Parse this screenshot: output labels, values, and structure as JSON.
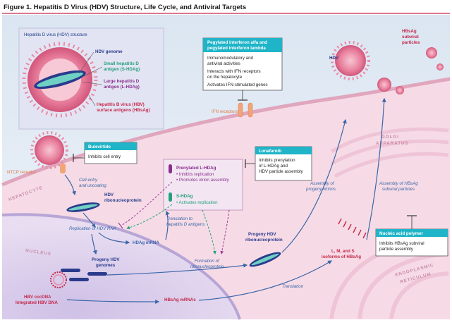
{
  "figure_title": "Figure 1. Hepatitis D Virus (HDV) Structure, Life Cycle, and Antiviral Targets",
  "colors": {
    "accent_cyan": "#1fb4c8",
    "hdv_purple": "#6a3d9a",
    "shdag_green": "#23a17b",
    "lhdag_purple": "#8a2f8e",
    "hbsag_red": "#c4284a",
    "cell_pink": "#f6dbe6"
  },
  "inset": {
    "title": "Hepatitis D virus (HDV) structure",
    "hdv_genome": "HDV genome",
    "s_hdag_1": "Small hepatitis D",
    "s_hdag_2": "antigen (S-HDAg)",
    "l_hdag_1": "Large hepatitis D",
    "l_hdag_2": "antigen (L-HDAg)",
    "hbsag_1": "Hepatitis B virus (HBV)",
    "hbsag_2": "surface antigens (HBsAg)"
  },
  "interferon_box": {
    "title_1": "Pegylated interferon alfa and",
    "title_2": "pegylated interferon lambda",
    "line_1": "Immunomodulatory and",
    "line_2": "antiviral activities",
    "line_3": "Interacts with IFN receptors",
    "line_4": "on the hepatocyte",
    "line_5": "Activates IFN-stimulated genes"
  },
  "bulevirtide_box": {
    "title": "Bulevirtide",
    "line_1": "Inhibits cell entry"
  },
  "lonafarnib_box": {
    "title": "Lonafarnib",
    "line_1": "Inhibits prenylation",
    "line_2": "of L-HDAg and",
    "line_3": "HDV particle assembly"
  },
  "nap_box": {
    "title": "Nucleic acid polymer",
    "line_1": "Inhibits HBsAg subviral",
    "line_2": "particle assembly"
  },
  "antigen_box": {
    "prenylated_title": "Prenylated L-HDAg",
    "prenylated_1": "• Inhibits replication",
    "prenylated_2": "• Promotes virion assembly",
    "shdag_title": "S-HDAg",
    "shdag_1": "• Activates replication"
  },
  "labels": {
    "hdv_top": "HDV",
    "hbsag_particles_1": "HBsAg",
    "hbsag_particles_2": "subviral",
    "hbsag_particles_3": "particles",
    "ifn_receptors": "IFN receptors",
    "ntcp_receptor": "NTCP receptor",
    "golgi_1": "GOLGI",
    "golgi_2": "APPARATUS",
    "hepatocyte": "HEPATOCYTE",
    "nucleus": "NUCLEUS",
    "er_1": "ENDOPLASMIC",
    "er_2": "RETICULUM",
    "cell_entry_1": "Cell entry",
    "cell_entry_2": "and uncoating",
    "hdv_rnp_1": "HDV",
    "hdv_rnp_2": "ribonucleoprotein",
    "replication": "Replication of HDV RNA",
    "hdag_mrna": "HDAg mRNA",
    "translation_1": "Translation to",
    "translation_2": "hepatitis D antigens",
    "progeny_genomes_1": "Progeny HDV",
    "progeny_genomes_2": "genomes",
    "formation_1": "Formation of",
    "formation_2": "ribonucleoprotein",
    "progeny_rnp_1": "Progeny HDV",
    "progeny_rnp_2": "ribonucleoprotein",
    "assembly_virions_1": "Assembly of",
    "assembly_virions_2": "progeny virions",
    "assembly_hbsag_1": "Assembly of HBsAg",
    "assembly_hbsag_2": "subviral particles",
    "lms_1": "L, M, and S",
    "lms_2": "isoforms of HBsAg",
    "translation_lower": "Translation",
    "hbv_cccdna": "HBV cccDNA",
    "integrated_hbv": "Integrated HBV DNA",
    "hbsag_mrnas": "HBsAg mRNAs"
  }
}
